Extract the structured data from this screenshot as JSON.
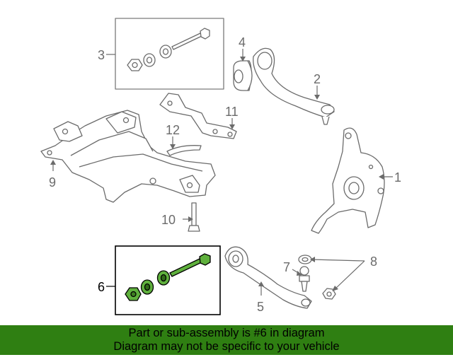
{
  "callouts": {
    "c1": "1",
    "c2": "2",
    "c3": "3",
    "c4": "4",
    "c5": "5",
    "c6": "6",
    "c7": "7",
    "c8": "8",
    "c9": "9",
    "c10": "10",
    "c11": "11",
    "c12": "12"
  },
  "highlight": {
    "callout": "6",
    "color": "#5fb03d"
  },
  "banner": {
    "line1": "Part or sub-assembly is #6 in diagram",
    "line2": "Diagram may not be specific to your vehicle",
    "color": "#2f7f12"
  }
}
